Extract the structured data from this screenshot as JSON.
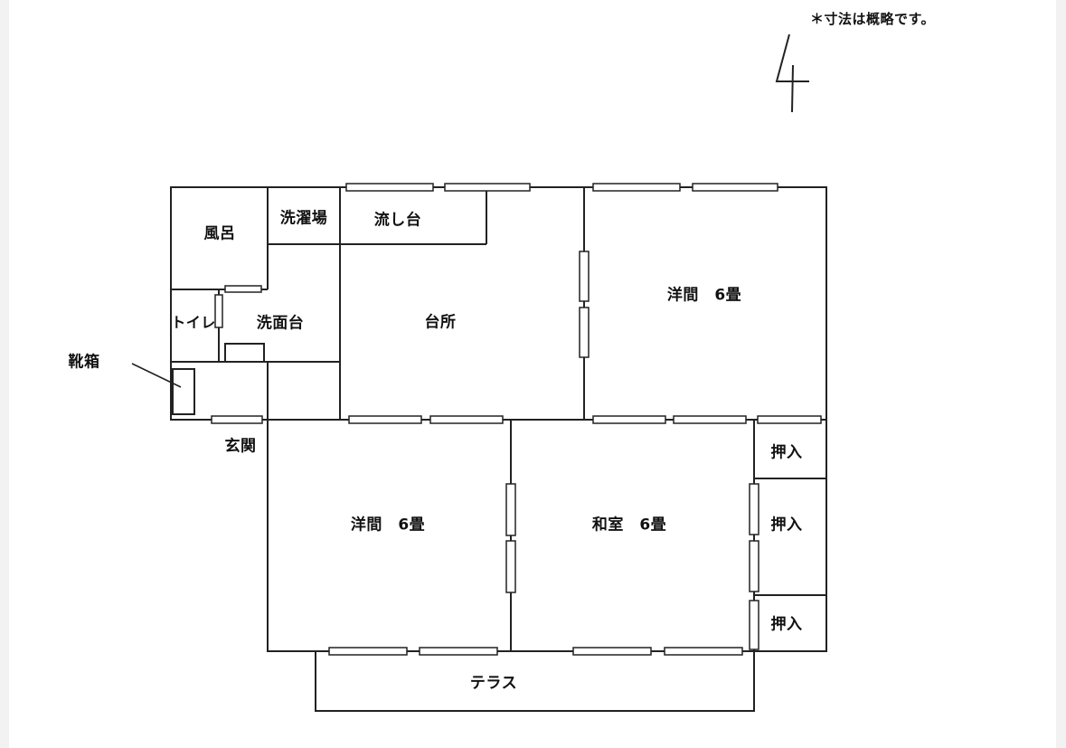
{
  "note": "＊寸法は概略です。",
  "page_number": "4",
  "rooms": {
    "bath": "風呂",
    "laundry": "洗濯場",
    "sink": "流し台",
    "toilet": "トイレ",
    "washbasin": "洗面台",
    "kitchen": "台所",
    "western_room_ne": "洋間　6畳",
    "western_room_sw": "洋間　6畳",
    "japanese_room": "和室　6畳",
    "closet_1": "押入",
    "closet_2": "押入",
    "closet_3": "押入",
    "entrance": "玄関",
    "terrace": "テラス"
  },
  "annotations": {
    "shoe_cabinet": "靴箱"
  }
}
